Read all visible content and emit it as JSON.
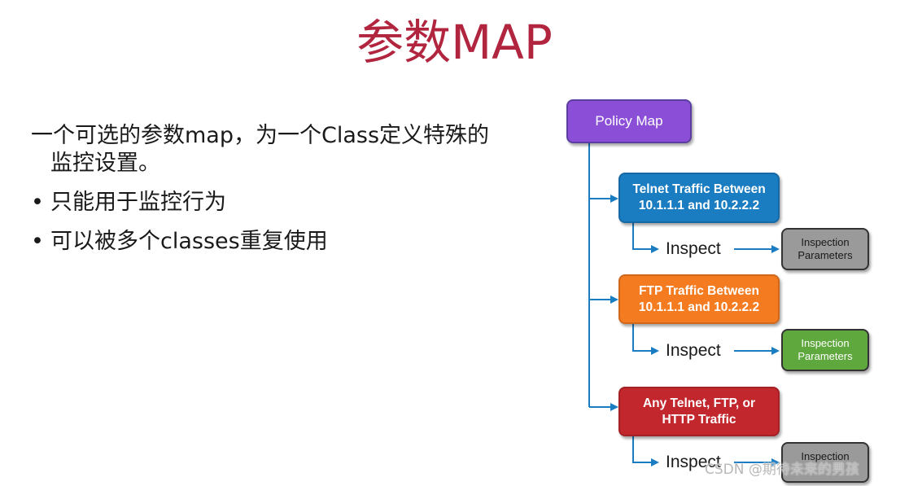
{
  "title": "参数MAP",
  "intro_line1": "一个可选的参数map，为一个Class定义特殊的",
  "intro_line2": "监控设置。",
  "bullets": [
    "只能用于监控行为",
    "可以被多个classes重复使用"
  ],
  "bullet_glyph": "•",
  "diagram": {
    "policy_map": "Policy Map",
    "rows": [
      {
        "traffic_line1": "Telnet Traffic Between",
        "traffic_line2": "10.1.1.1 and 10.2.2.2",
        "color": "#1a7cc1",
        "inspect": "Inspect",
        "param_line1": "Inspection",
        "param_line2": "Parameters",
        "param_color": "#9a9a9a"
      },
      {
        "traffic_line1": "FTP Traffic Between",
        "traffic_line2": "10.1.1.1 and 10.2.2.2",
        "color": "#f47b20",
        "inspect": "Inspect",
        "param_line1": "Inspection",
        "param_line2": "Parameters",
        "param_color": "#5fa83e"
      },
      {
        "traffic_line1": "Any Telnet, FTP, or",
        "traffic_line2": "HTTP Traffic",
        "color": "#c1272d",
        "inspect": "Inspect",
        "param_line1": "Inspection",
        "param_line2": "",
        "param_color": "#9a9a9a"
      }
    ],
    "policy_color": "#8a4fd6",
    "connector_color": "#1a7cc1"
  },
  "watermark": "CSDN @期待未来的男孩"
}
